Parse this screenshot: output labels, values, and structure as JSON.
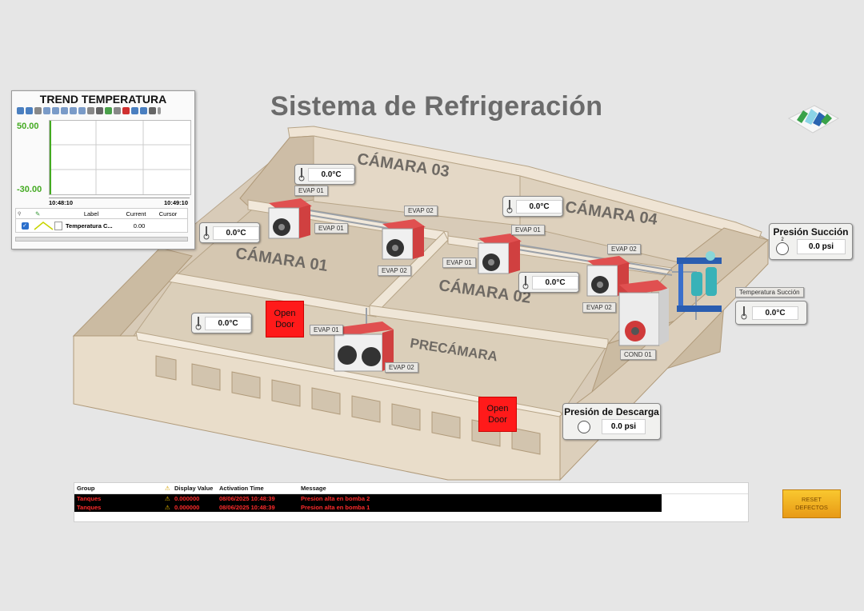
{
  "title": "Sistema de Refrigeración",
  "colors": {
    "door": "#ff1a1a",
    "evap_red": "#e04848",
    "alarm_text": "#ff2b2b",
    "trend_axis": "#44aa22",
    "reset_btn": "#f5b423"
  },
  "rooms": {
    "camara01": "CÁMARA 01",
    "camara02": "CÁMARA 02",
    "camara03": "CÁMARA 03",
    "camara04": "CÁMARA 04",
    "precamara": "PRECÁMARA"
  },
  "temps": {
    "camara03": "0.0°C",
    "camara04": "0.0°C",
    "camara01": "0.0°C",
    "camara02": "0.0°C",
    "precamara": "0.0°C",
    "succion": "0.0°C"
  },
  "temp_succion_label": "Temperatura Succión",
  "equipment": {
    "c03_evap01": "EVAP 01",
    "c03_evap02": "EVAP 02",
    "c01_evap01": "EVAP 01",
    "c01_evap02": "EVAP 02",
    "c04_evap01": "EVAP 01",
    "c04_evap02": "EVAP 02",
    "c02_evap01": "EVAP 01",
    "c02_evap02": "EVAP 02",
    "pre_evap01": "EVAP 01",
    "pre_evap02": "EVAP 02",
    "cond01": "COND 01"
  },
  "doors": {
    "door1": "Open Door",
    "door2": "Open Door"
  },
  "pressure": {
    "succion": {
      "title": "Presión Succión",
      "value": "0.0 psi",
      "marker": "2"
    },
    "descarga": {
      "title": "Presión de Descarga",
      "value": "0.0 psi"
    }
  },
  "trend": {
    "title": "TREND TEMPERATURA",
    "y_max": "50.00",
    "y_min": "-30.00",
    "x_start": "10:48:10",
    "x_end": "10:49:10",
    "legend_headers": {
      "label": "Label",
      "current": "Current",
      "cursor": "Cursor"
    },
    "pen": {
      "label": "Temperatura C...",
      "current": "0.00",
      "cursor": ""
    }
  },
  "alarms": {
    "headers": {
      "group": "Group",
      "display_value": "Display Value",
      "activation_time": "Activation Time",
      "message": "Message"
    },
    "rows": [
      {
        "group": "Tanques",
        "value": "0.000000",
        "time": "08/06/2025 10:48:39",
        "message": "Presion alta en bomba 2"
      },
      {
        "group": "Tanques",
        "value": "0.000000",
        "time": "08/06/2025 10:48:39",
        "message": "Presion alta en bomba 1"
      }
    ]
  },
  "reset_button": "RESET DEFECTOS",
  "icons": [
    "thermometer-icon",
    "gauge-icon",
    "warning-icon",
    "logo-icon"
  ]
}
